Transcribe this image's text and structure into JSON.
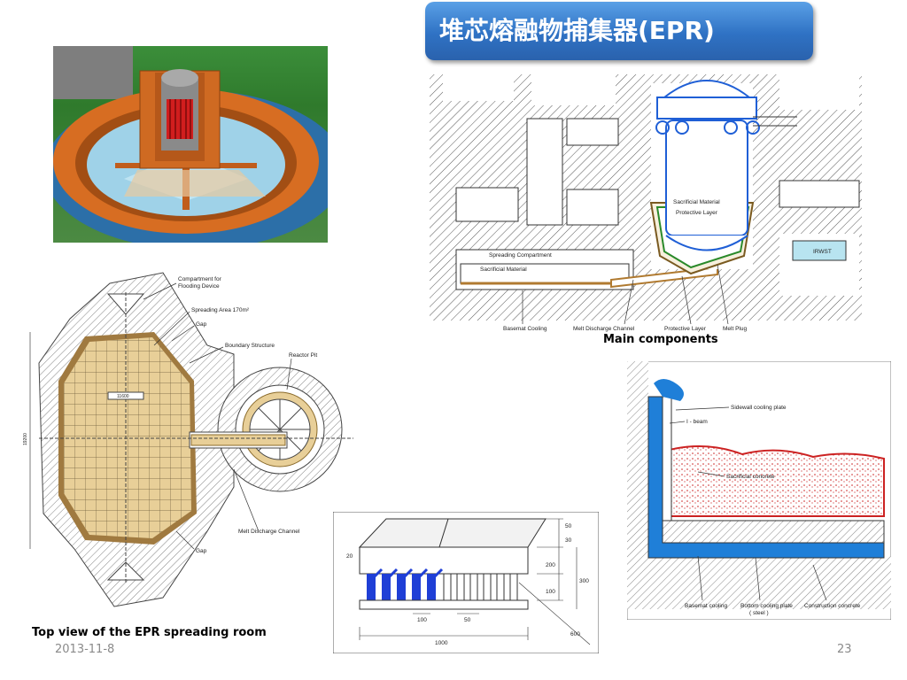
{
  "slide": {
    "title": "堆芯熔融物捕集器(EPR)",
    "date": "2013-11-8",
    "page_number": "23"
  },
  "main_diagram": {
    "caption": "Main components",
    "labels": {
      "sacrificial_material_top": "Sacrificial Material",
      "protective_layer_top": "Protective Layer",
      "spreading_compartment": "Spreading Compartment",
      "sacrificial_material": "Sacrificial Material",
      "irwst": "IRWST",
      "basemat_cooling": "Basemat Cooling",
      "melt_discharge_channel": "Melt Discharge Channel",
      "protective_layer": "Protective Layer",
      "melt_plug": "Melt Plug"
    }
  },
  "top_view": {
    "caption": "Top view of the EPR spreading room",
    "labels": {
      "compartment_flooding": "Compartment for",
      "compartment_flooding_2": "Flooding Device",
      "spreading_area": "Spreading Area 170m²",
      "gap_top": "Gap",
      "boundary_structure": "Boundary Structure",
      "reactor_pit": "Reactor Pit",
      "melt_discharge_channel": "Melt Discharge Channel",
      "gap_bottom": "Gap",
      "dim_width": "11600",
      "dim_height": "19200"
    }
  },
  "cooling_detail": {
    "labels": {
      "sidewall_cooling_plate": "Sidewall cooling plate",
      "i_beam": "I - beam",
      "sacrificial_concrete": "Sacrificial concrete",
      "basemat_cooling": "Basemat cooling",
      "bottom_cooling_plate": "Bottom cooling plate",
      "steel": "( steel )",
      "construction_concrete": "Construction concrete"
    }
  },
  "channel_detail": {
    "labels": {
      "dim_50": "50",
      "dim_30": "30",
      "dim_200": "200",
      "dim_300": "300",
      "dim_100": "100",
      "dim_100b": "100",
      "dim_50b": "50",
      "dim_1000": "1000",
      "dim_20": "20",
      "dim_600": "600"
    }
  }
}
